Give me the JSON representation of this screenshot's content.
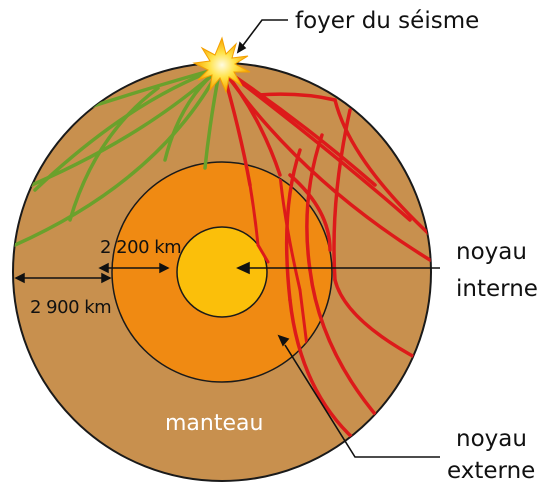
{
  "labels": {
    "focus": "foyer du séisme",
    "inner_core_line1": "noyau",
    "inner_core_line2": "interne",
    "outer_core_line1": "noyau",
    "outer_core_line2": "externe",
    "mantle": "manteau",
    "core_radius": "2 200 km",
    "mantle_thickness": "2 900 km"
  },
  "colors": {
    "mantle": "#c8904e",
    "outer_core": "#f08a12",
    "inner_core": "#fbbf0a",
    "s_waves": "#6aa12c",
    "p_waves": "#dd1a1a",
    "outline": "#1a1a1a"
  }
}
